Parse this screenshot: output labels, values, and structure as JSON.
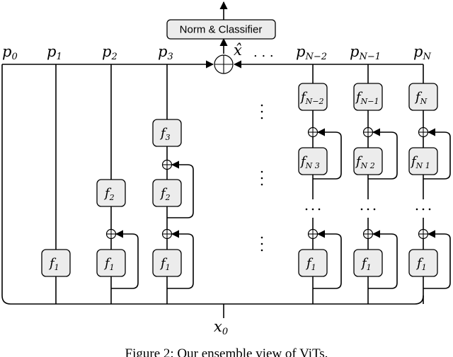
{
  "classifier_label": "Norm & Classifier",
  "x_hat": "x̂",
  "input": {
    "base": "x",
    "sub": "0"
  },
  "top_dots": ". . .",
  "paths": [
    {
      "base": "p",
      "sub": "0"
    },
    {
      "base": "p",
      "sub": "1"
    },
    {
      "base": "p",
      "sub": "2"
    },
    {
      "base": "p",
      "sub": "3"
    },
    {
      "base": "p",
      "sub": "N−2"
    },
    {
      "base": "p",
      "sub": "N−1"
    },
    {
      "base": "p",
      "sub": "N"
    }
  ],
  "blocks": {
    "f1": {
      "base": "f",
      "sub": "1"
    },
    "f2": {
      "base": "f",
      "sub": "2"
    },
    "f3": {
      "base": "f",
      "sub": "3"
    },
    "fN3": {
      "base": "f",
      "sub": "N 3"
    },
    "fN2": {
      "base": "f",
      "sub": "N−2"
    },
    "fN2b": {
      "base": "f",
      "sub": "N 2"
    },
    "fN1": {
      "base": "f",
      "sub": "N−1"
    },
    "fN1b": {
      "base": "f",
      "sub": "N 1"
    },
    "fN": {
      "base": "f",
      "sub": "N"
    }
  },
  "caption": "Figure 2: Our ensemble view of ViTs."
}
